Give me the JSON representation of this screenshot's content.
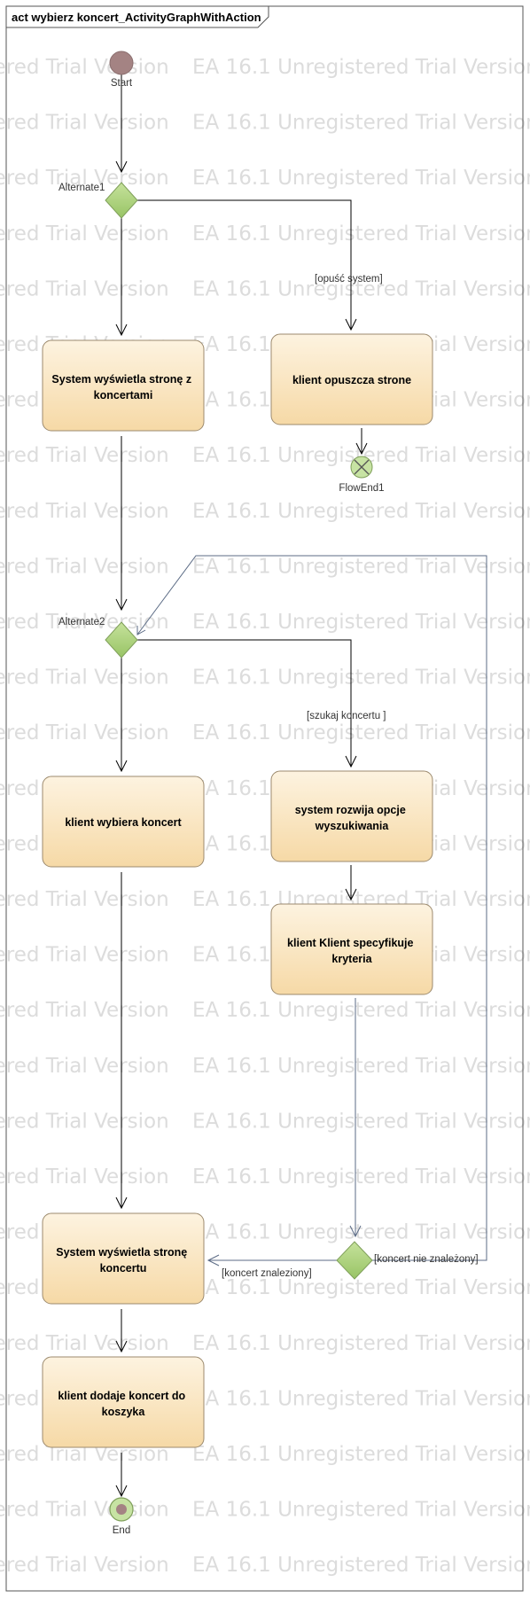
{
  "frame": {
    "title": "act wybierz koncert_ActivityGraphWithAction"
  },
  "watermark": {
    "text": "EA 16.1 Unregistered Trial Version"
  },
  "nodes": {
    "start": {
      "label": "Start"
    },
    "alternate1": {
      "label": "Alternate1"
    },
    "alternate2": {
      "label": "Alternate2"
    },
    "flow_end": {
      "label": "FlowEnd1"
    },
    "end": {
      "label": "End"
    }
  },
  "actions": {
    "show_concerts": {
      "lines": [
        "System wyświetla stronę z",
        "koncertami"
      ]
    },
    "client_leaves": {
      "lines": [
        "klient opuszcza strone"
      ]
    },
    "client_selects": {
      "lines": [
        "klient wybiera koncert"
      ]
    },
    "expand_search": {
      "lines": [
        "system rozwija opcje",
        "wyszukiwania"
      ]
    },
    "specify_criteria": {
      "lines": [
        "klient Klient specyfikuje",
        "kryteria"
      ]
    },
    "show_concert_page": {
      "lines": [
        "System wyświetla stronę",
        "koncertu"
      ]
    },
    "add_to_cart": {
      "lines": [
        "klient dodaje koncert do",
        "koszyka"
      ]
    }
  },
  "guards": {
    "leave_system": "[opuść system]",
    "search_concert": "[szukaj koncertu ]",
    "concert_found": "[koncert znaleziony]",
    "concert_not_found": "[koncert nie znależony]"
  },
  "colors": {
    "action_fill_top": "#fdf3e0",
    "action_fill_bottom": "#f6d9a6",
    "action_stroke": "#9c8a6e",
    "decision_fill": "#a9d07a",
    "decision_stroke": "#7f9f5a",
    "start_fill": "#a48383",
    "flow_line": "#000000",
    "loop_line": "#5b6b85",
    "watermark": "#dcdcdc"
  }
}
